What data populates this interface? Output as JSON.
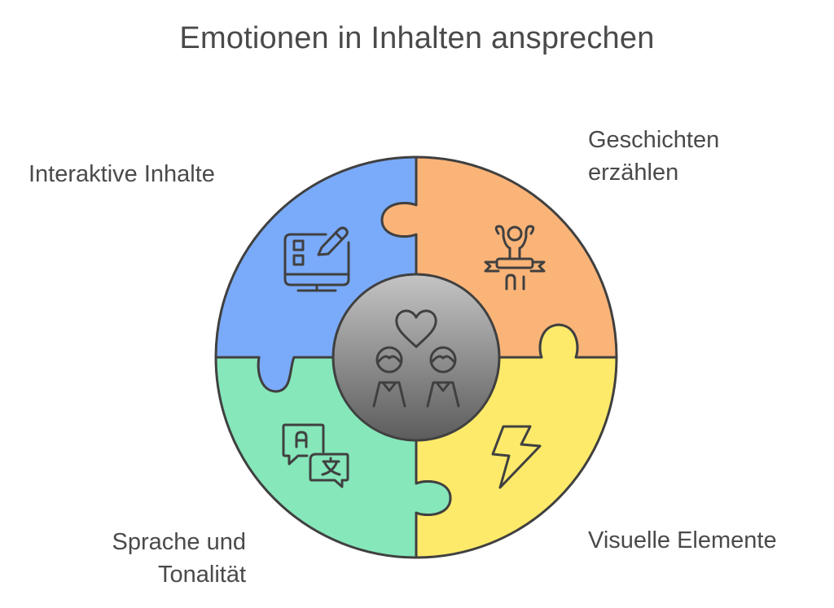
{
  "title": "Emotionen in Inhalten ansprechen",
  "center": {
    "icon": "couple-heart-icon",
    "fill_top": "#c2c2c2",
    "fill_bottom": "#5e5e5e"
  },
  "segments": [
    {
      "id": "interactive",
      "position": "top-left",
      "label_lines": [
        "Interaktive Inhalte"
      ],
      "icon": "monitor-checklist-pencil-icon",
      "color": "#7aabfa"
    },
    {
      "id": "stories",
      "position": "top-right",
      "label_lines": [
        "Geschichten",
        "erzählen"
      ],
      "icon": "person-celebrating-banner-icon",
      "color": "#fbb478"
    },
    {
      "id": "visuals",
      "position": "bottom-right",
      "label_lines": [
        "Visuelle Elemente"
      ],
      "icon": "lightning-bolt-icon",
      "color": "#fdea6a"
    },
    {
      "id": "language",
      "position": "bottom-left",
      "label_lines": [
        "Sprache und",
        "Tonalität"
      ],
      "icon": "translate-speech-bubbles-icon",
      "color": "#86e7ba"
    }
  ],
  "stroke_color": "#404040"
}
